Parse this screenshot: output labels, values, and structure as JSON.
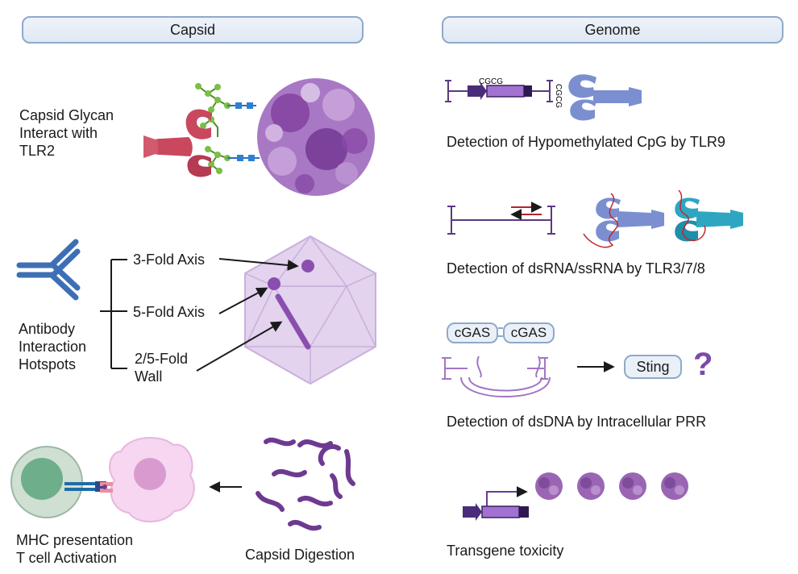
{
  "headers": {
    "capsid": "Capsid",
    "genome": "Genome"
  },
  "capsid_section": {
    "glycan_label_lines": [
      "Capsid Glycan",
      "Interact with",
      "TLR2"
    ],
    "antibody_label_lines": [
      "Antibody",
      "Interaction",
      "Hotspots"
    ],
    "axis_labels": {
      "three_fold": "3-Fold Axis",
      "five_fold": "5-Fold Axis",
      "wall_lines": [
        "2/5-Fold",
        "Wall"
      ]
    },
    "mhc_label_lines": [
      "MHC presentation",
      "T cell Activation"
    ],
    "digestion_label": "Capsid Digestion"
  },
  "genome_section": {
    "cpg_motif": "CGCG",
    "tlr9_label": "Detection of Hypomethylated CpG by TLR9",
    "tlr378_label": "Detection of dsRNA/ssRNA by TLR3/7/8",
    "cgas_left": "cGAS",
    "cgas_right": "cGAS",
    "sting": "Sting",
    "question_mark": "?",
    "cgas_label": "Detection of dsDNA by Intracellular PRR",
    "transgene_label": "Transgene toxicity"
  },
  "colors": {
    "header_border": "#8fa9c9",
    "receptor_blue": "#7b8fd0",
    "receptor_red": "#c9485e",
    "capsid_purple": "#9b5fb4",
    "icosahedron": "#d8c4e6",
    "antibody_blue": "#3d6fb5",
    "rna_red": "#c0262d",
    "teal_receptor": "#2ea6c1"
  }
}
